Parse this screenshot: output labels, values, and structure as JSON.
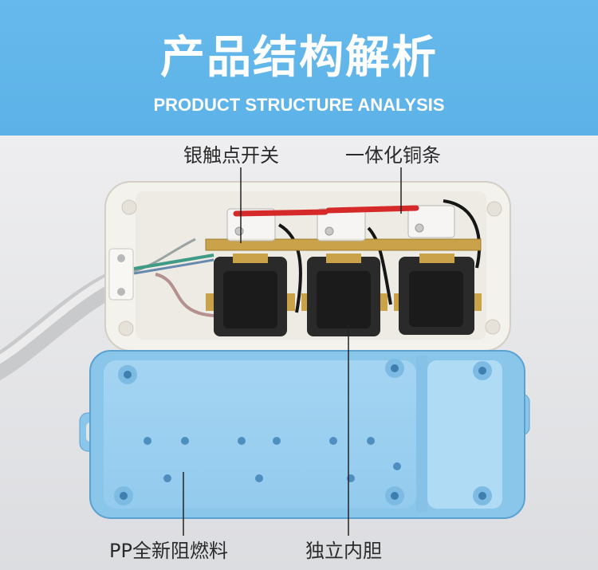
{
  "header": {
    "title": "产品结构解析",
    "subtitle": "PRODUCT STRUCTURE ANALYSIS"
  },
  "callouts": {
    "silver_contact_switch": "银触点开关",
    "integrated_copper_strip": "一体化铜条",
    "pp_flame_retardant": "PP全新阻燃料",
    "independent_liner": "独立内胆"
  },
  "colors": {
    "header_blue": "#5fb4e8",
    "housing_white": "#f4f2ed",
    "cover_blue": "#8ac5ea",
    "copper": "#c9a24a",
    "wire_red": "#d62a2a",
    "socket_black": "#2a2a2a"
  }
}
